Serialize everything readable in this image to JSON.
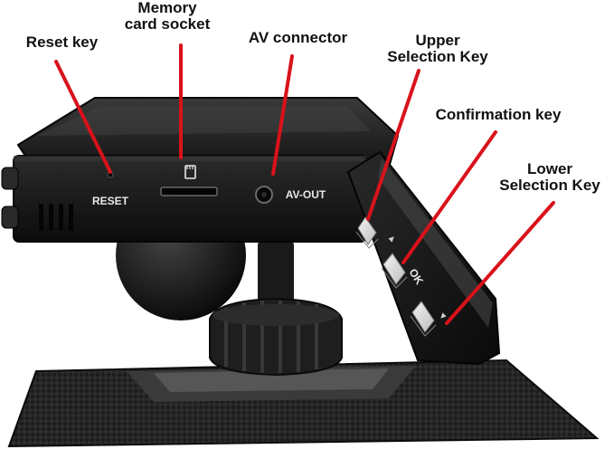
{
  "labels": {
    "reset_key": "Reset key",
    "memory_line1": "Memory",
    "memory_line2": "card socket",
    "av_connector": "AV connector",
    "upper_line1": "Upper",
    "upper_line2": "Selection Key",
    "confirmation_key": "Confirmation key",
    "lower_line1": "Lower",
    "lower_line2": "Selection Key"
  },
  "device_print": {
    "reset": "RESET",
    "av_out": "AV-OUT",
    "ok": "OK",
    "up_symbol": "▲",
    "down_symbol": "▼"
  },
  "colors": {
    "pointer": "#d9121b",
    "body": "#161616",
    "text": "#111111"
  },
  "icons": {
    "card_slot": "sd-card-icon"
  }
}
